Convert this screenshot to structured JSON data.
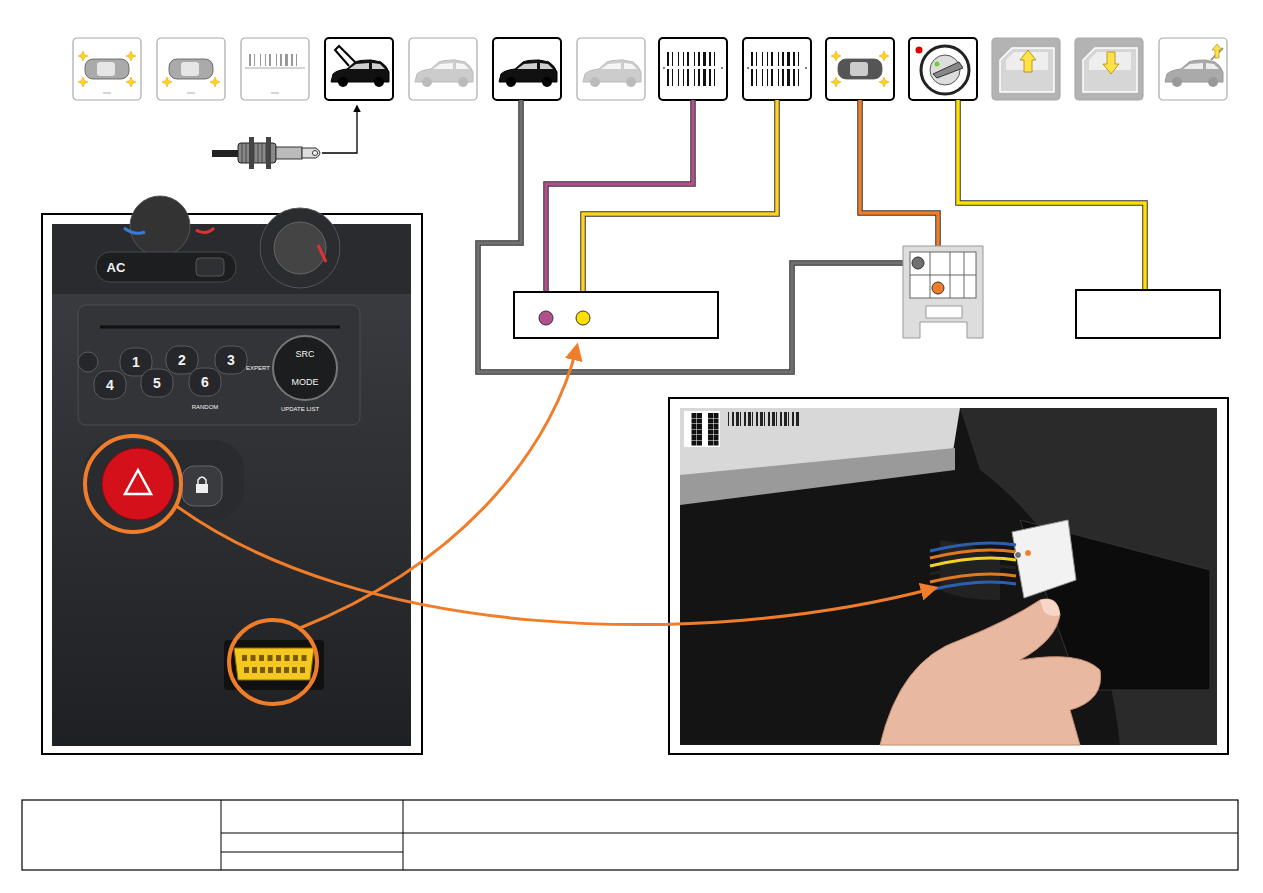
{
  "diagram": {
    "labels": [
      "AC",
      "1",
      "2",
      "3",
      "4",
      "5",
      "6",
      "SRC",
      "MODE",
      "EXPERT",
      "RANDOM",
      "UPDATE LIST"
    ]
  }
}
